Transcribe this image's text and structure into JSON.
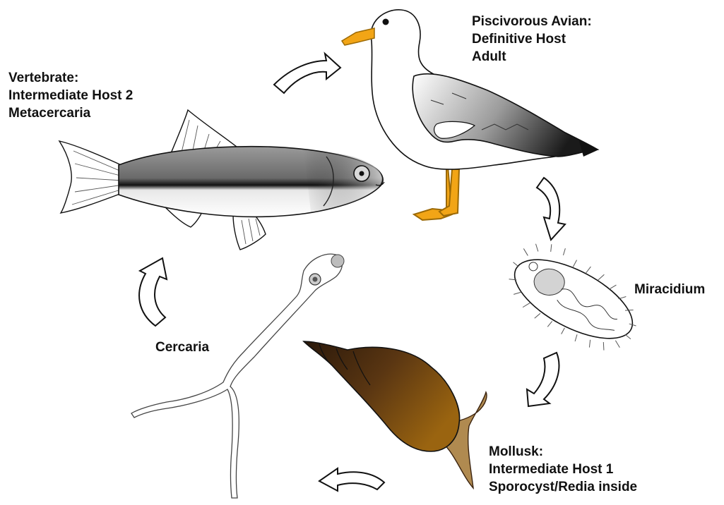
{
  "labels": {
    "avian": [
      "Piscivorous Avian:",
      "Definitive Host",
      "Adult"
    ],
    "vertebrate": [
      "Vertebrate:",
      "Intermediate Host 2",
      "Metacercaria"
    ],
    "miracidium": "Miracidium",
    "cercaria": "Cercaria",
    "mollusk": [
      "Mollusk:",
      "Intermediate Host 1",
      "Sporocyst/Redia inside"
    ]
  },
  "colors": {
    "outline": "#111111",
    "beak_and_legs": "#f2a516",
    "snail_shell_dark": "#3b2410",
    "snail_shell_light": "#8a5a10",
    "snail_body": "#b08a50",
    "fish_back": "#7f7f7f"
  }
}
